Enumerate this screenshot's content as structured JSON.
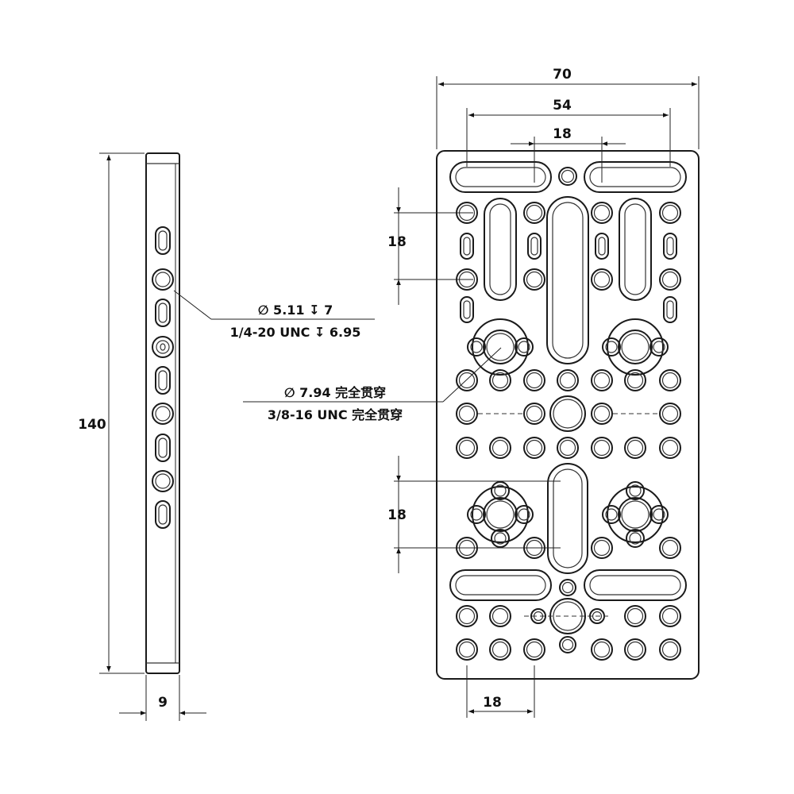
{
  "dimensions": {
    "overall_width": "70",
    "inner_width": "54",
    "center_spacing": "18",
    "vertical_pitch_top": "18",
    "vertical_pitch_bottom": "18",
    "bottom_pitch": "18",
    "height": "140",
    "thickness": "9"
  },
  "callouts": {
    "small_hole": {
      "line1": "∅ 5.11 ↧ 7",
      "line2": "1/4-20 UNC ↧ 6.95"
    },
    "large_hole": {
      "line1": "∅ 7.94 完全贯穿",
      "line2": "3/8-16 UNC 完全贯穿"
    }
  },
  "colors": {
    "line": "#1a1a1a",
    "background": "#ffffff"
  }
}
